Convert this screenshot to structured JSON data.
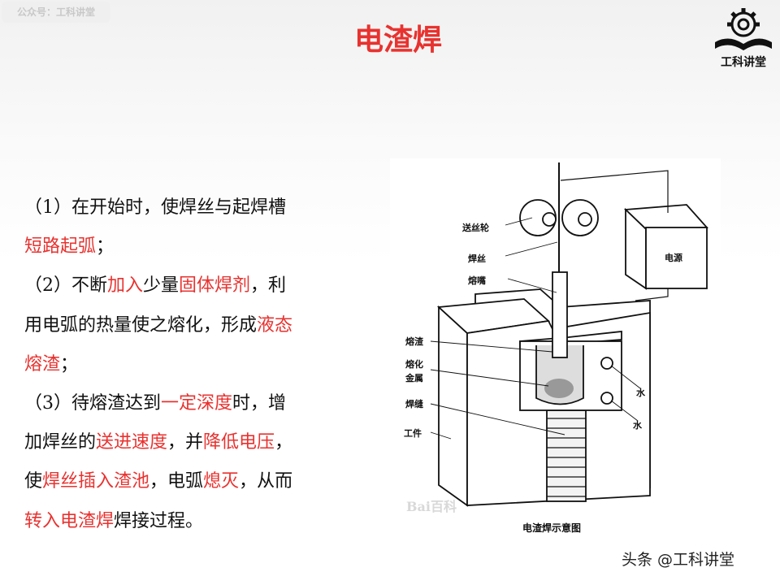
{
  "badge": "公众号：工科讲堂",
  "title": "电渣焊",
  "logo": {
    "text": "工科讲堂",
    "icon": "gear-book-icon"
  },
  "colors": {
    "accent": "#e8322f",
    "text": "#111111"
  },
  "body_lines": [
    [
      {
        "t": "（1）在开始时，使焊丝与起焊槽",
        "red": false
      }
    ],
    [
      {
        "t": "短路起弧",
        "red": true
      },
      {
        "t": "；",
        "red": false
      }
    ],
    [
      {
        "t": "（2）不断",
        "red": false
      },
      {
        "t": "加入",
        "red": true
      },
      {
        "t": "少量",
        "red": false
      },
      {
        "t": "固体焊剂",
        "red": true
      },
      {
        "t": "，利",
        "red": false
      }
    ],
    [
      {
        "t": "用电弧的热量使之熔化，形成",
        "red": false
      },
      {
        "t": "液态",
        "red": true
      }
    ],
    [
      {
        "t": "熔渣",
        "red": true
      },
      {
        "t": "；",
        "red": false
      }
    ],
    [
      {
        "t": "（3）待熔渣达到",
        "red": false
      },
      {
        "t": "一定深度",
        "red": true
      },
      {
        "t": "时，增",
        "red": false
      }
    ],
    [
      {
        "t": "加焊丝的",
        "red": false
      },
      {
        "t": "送进速度",
        "red": true
      },
      {
        "t": "，并",
        "red": false
      },
      {
        "t": "降低电压",
        "red": true
      },
      {
        "t": "，",
        "red": false
      }
    ],
    [
      {
        "t": "使",
        "red": false
      },
      {
        "t": "焊丝插入渣池",
        "red": true
      },
      {
        "t": "，电弧",
        "red": false
      },
      {
        "t": "熄灭",
        "red": true
      },
      {
        "t": "，从而",
        "red": false
      }
    ],
    [
      {
        "t": "转入电渣焊",
        "red": true
      },
      {
        "t": "焊接过程。",
        "red": false
      }
    ]
  ],
  "diagram": {
    "labels": {
      "feed_roller": "送丝轮",
      "wire": "焊丝",
      "nozzle": "熔嘴",
      "power": "电源",
      "slag": "熔渣",
      "molten_1": "熔化",
      "molten_2": "金属",
      "weld": "焊缝",
      "workpiece": "工件",
      "water_1": "水",
      "water_2": "水"
    },
    "caption": "电渣焊示意图",
    "watermark": "Bai百科"
  },
  "footer": "头条 @工科讲堂"
}
